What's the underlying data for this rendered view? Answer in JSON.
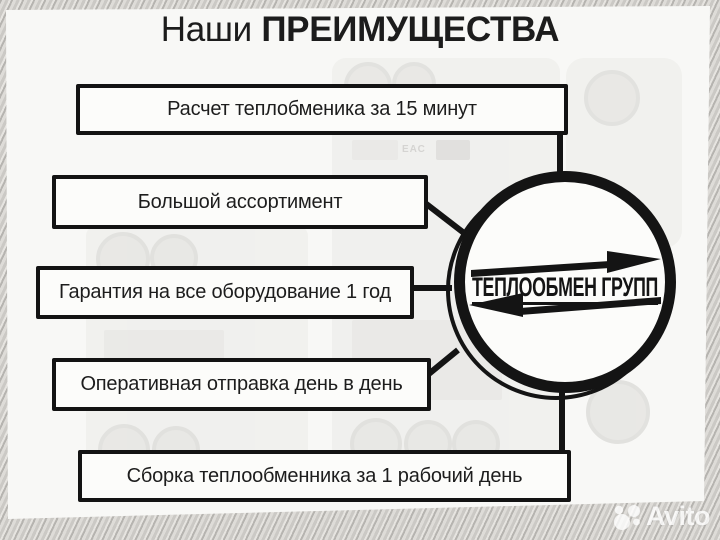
{
  "title": {
    "regular": "Наши",
    "bold": "ПРЕИМУЩЕСТВА"
  },
  "advantages": [
    {
      "label": "Расчет теплобменика за 15 минут"
    },
    {
      "label": "Большой ассортимент"
    },
    {
      "label": "Гарантия на все оборудование 1 год"
    },
    {
      "label": "Оперативная отправка день в день"
    },
    {
      "label": "Сборка теплообменника за 1 рабочий день"
    }
  ],
  "logo": {
    "company_name": "ТЕПЛООБМЕН ГРУПП"
  },
  "background_photo": {
    "certification_label": "ЕАС"
  },
  "watermark": {
    "brand": "Avito"
  },
  "colors": {
    "ink": "#141414",
    "sheet": "#f8f8f6",
    "box_background": "#fcfcfa",
    "stripe_light": "#dedcd8",
    "stripe_dark": "#b6b4b0",
    "watermark_text": "#ffffff"
  }
}
